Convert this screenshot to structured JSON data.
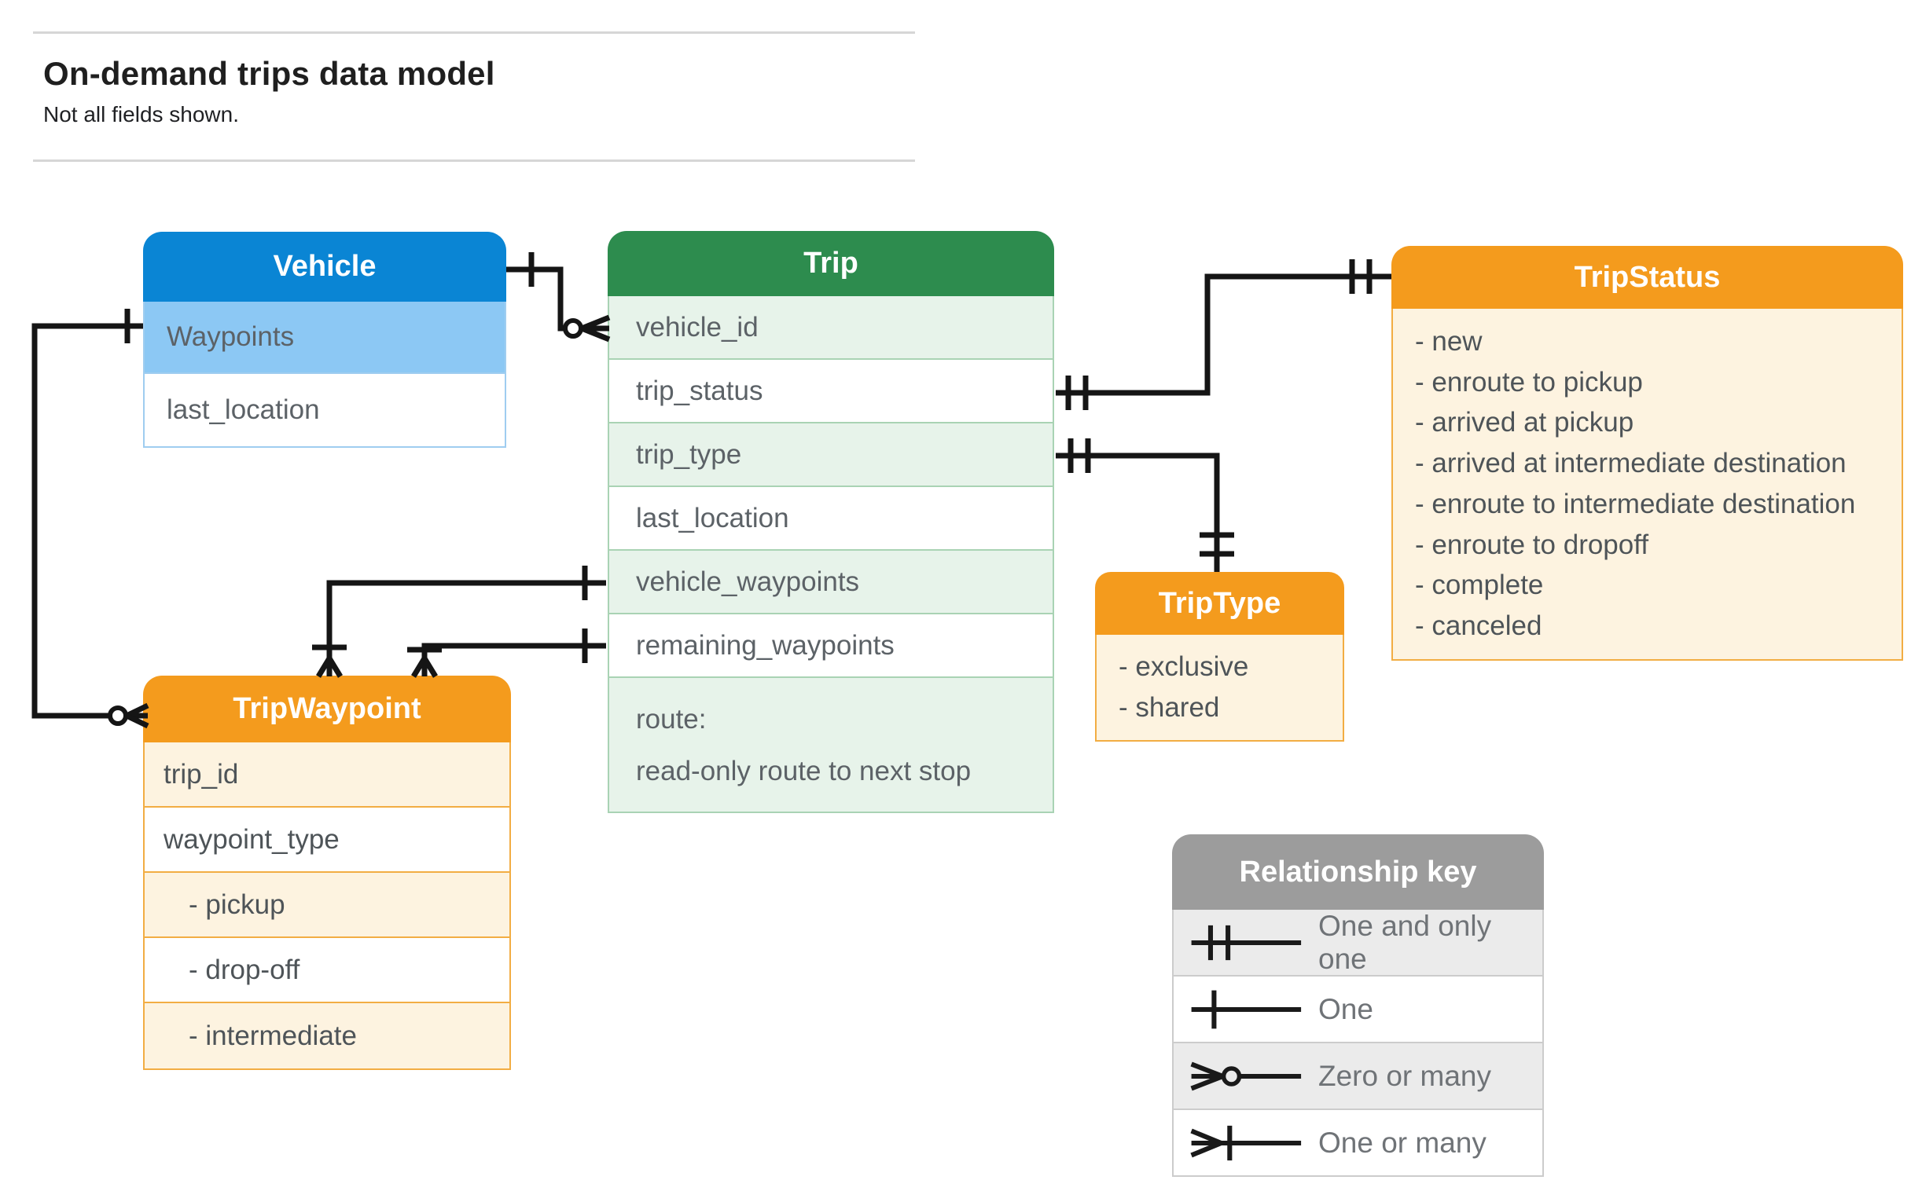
{
  "page": {
    "title": "On-demand trips data model",
    "subtitle": "Not all fields shown."
  },
  "entities": {
    "vehicle": {
      "title": "Vehicle",
      "fields": [
        "Waypoints",
        "last_location"
      ]
    },
    "trip": {
      "title": "Trip",
      "fields": [
        "vehicle_id",
        "trip_status",
        "trip_type",
        "last_location",
        "vehicle_waypoints",
        "remaining_waypoints"
      ],
      "route_field": {
        "name": "route:",
        "description": "read-only route to next stop"
      }
    },
    "tripStatus": {
      "title": "TripStatus",
      "values": [
        "- new",
        "- enroute to pickup",
        "- arrived at pickup",
        "- arrived at intermediate destination",
        "- enroute to intermediate destination",
        "- enroute to dropoff",
        "- complete",
        "- canceled"
      ]
    },
    "tripType": {
      "title": "TripType",
      "values": [
        "- exclusive",
        "- shared"
      ]
    },
    "tripWaypoint": {
      "title": "TripWaypoint",
      "fields": [
        "trip_id",
        "waypoint_type"
      ],
      "nested_values": [
        "- pickup",
        "- drop-off",
        "- intermediate"
      ]
    }
  },
  "legend": {
    "title": "Relationship key",
    "rows": [
      {
        "icon": "one-and-only-one-symbol",
        "label": "One and only one"
      },
      {
        "icon": "one-symbol",
        "label": "One"
      },
      {
        "icon": "zero-or-many-symbol",
        "label": "Zero or many"
      },
      {
        "icon": "one-or-many-symbol",
        "label": "One or many"
      }
    ]
  },
  "colors": {
    "vehicle_header": "#0a85d4",
    "vehicle_row": "#8cc8f4",
    "trip_header": "#2d8c4e",
    "trip_row": "#e7f3ea",
    "orange_header": "#f49b1d",
    "orange_row": "#fdf3e0",
    "legend_header": "#9c9c9c",
    "legend_row": "#ebebeb",
    "connector": "#151515"
  }
}
